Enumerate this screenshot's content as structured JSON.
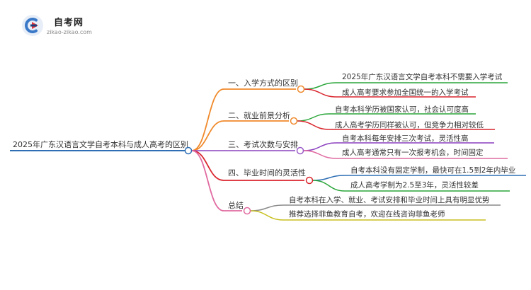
{
  "logo": {
    "name": "自考网",
    "url": "zikao-zikao.com",
    "colors": {
      "c1": "#3a78c8",
      "c2": "#e8333a",
      "c3": "#1a3f7a"
    }
  },
  "mindmap": {
    "root": {
      "label": "2025年广东汉语言文学自考本科与成人高考的区别",
      "color": "#2e6fb4"
    },
    "branches": [
      {
        "label": "一、入学方式的区别",
        "color": "#f08a2c",
        "children": [
          {
            "label": "2025年广东汉语言文学自考本科不需要入学考试",
            "color": "#2aa639"
          },
          {
            "label": "成人高考要求参加全国统一的入学考试",
            "color": "#d9252d"
          }
        ]
      },
      {
        "label": "二、就业前景分析",
        "color": "#f08a2c",
        "children": [
          {
            "label": "自考本科学历被国家认可，社会认可度高",
            "color": "#2aa639"
          },
          {
            "label": "成人高考学历同样被认可，但竞争力相对较低",
            "color": "#d9252d"
          }
        ]
      },
      {
        "label": "三、考试次数与安排",
        "color": "#9b5cc8",
        "children": [
          {
            "label": "自考本科每年安排三次考试，灵活性高",
            "color": "#8a3fbf"
          },
          {
            "label": "成人高考通常只有一次报考机会，时间固定",
            "color": "#e06aa0"
          }
        ]
      },
      {
        "label": "四、毕业时间的灵活性",
        "color": "#d9252d",
        "children": [
          {
            "label": "自考本科没有固定学制，最快可在1.5到2年内毕业",
            "color": "#2e6fb4"
          },
          {
            "label": "成人高考学制为2.5至3年，灵活性较差",
            "color": "#2aa639"
          }
        ]
      },
      {
        "label": "总结",
        "color": "#e06aa0",
        "children": [
          {
            "label": "自考本科在入学、就业、考试安排和毕业时间上具有明显优势",
            "color": "#8a8a8a"
          },
          {
            "label": "推荐选择菲鱼教育自考，欢迎在线咨询菲鱼老师",
            "color": "#c8c020"
          }
        ]
      }
    ]
  }
}
